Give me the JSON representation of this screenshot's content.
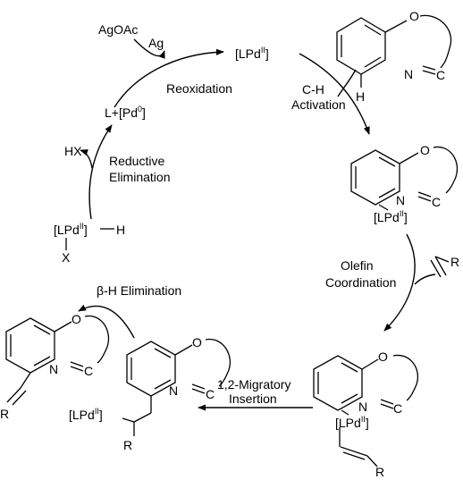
{
  "reagents": {
    "agoac": "AgOAc",
    "ag": "Ag",
    "hx": "HX"
  },
  "species": {
    "pd_top": {
      "main": "[LPd",
      "sup": "II",
      "close": "]"
    },
    "pd_zero": {
      "main": "L+[Pd",
      "sup": "0",
      "close": "]"
    },
    "pd_hydride": {
      "main": "[LPd",
      "sup": "II",
      "close": "]",
      "h": "H",
      "x": "X"
    },
    "complex_right": {
      "main": "[LPd",
      "sup": "II",
      "close": "]"
    },
    "complex_bottom_right": {
      "main": "[LPd",
      "sup": "II",
      "close": "]"
    },
    "complex_bottom_mid": {
      "main": "[LPd",
      "sup": "II",
      "close": "]",
      "r": "R"
    }
  },
  "atoms": {
    "o": "O",
    "n": "N",
    "c": "C",
    "h": "H",
    "r": "R"
  },
  "steps": {
    "reoxidation": "Reoxidation",
    "ch_line1": "C-H",
    "ch_line2": "Activation",
    "re_line1": "Reductive",
    "re_line2": "Elimination",
    "olefin_line1": "Olefin",
    "olefin_line2": "Coordination",
    "beta": "β-H Elimination",
    "mig_line1": "1,2-Migratory",
    "mig_line2": "Insertion"
  }
}
